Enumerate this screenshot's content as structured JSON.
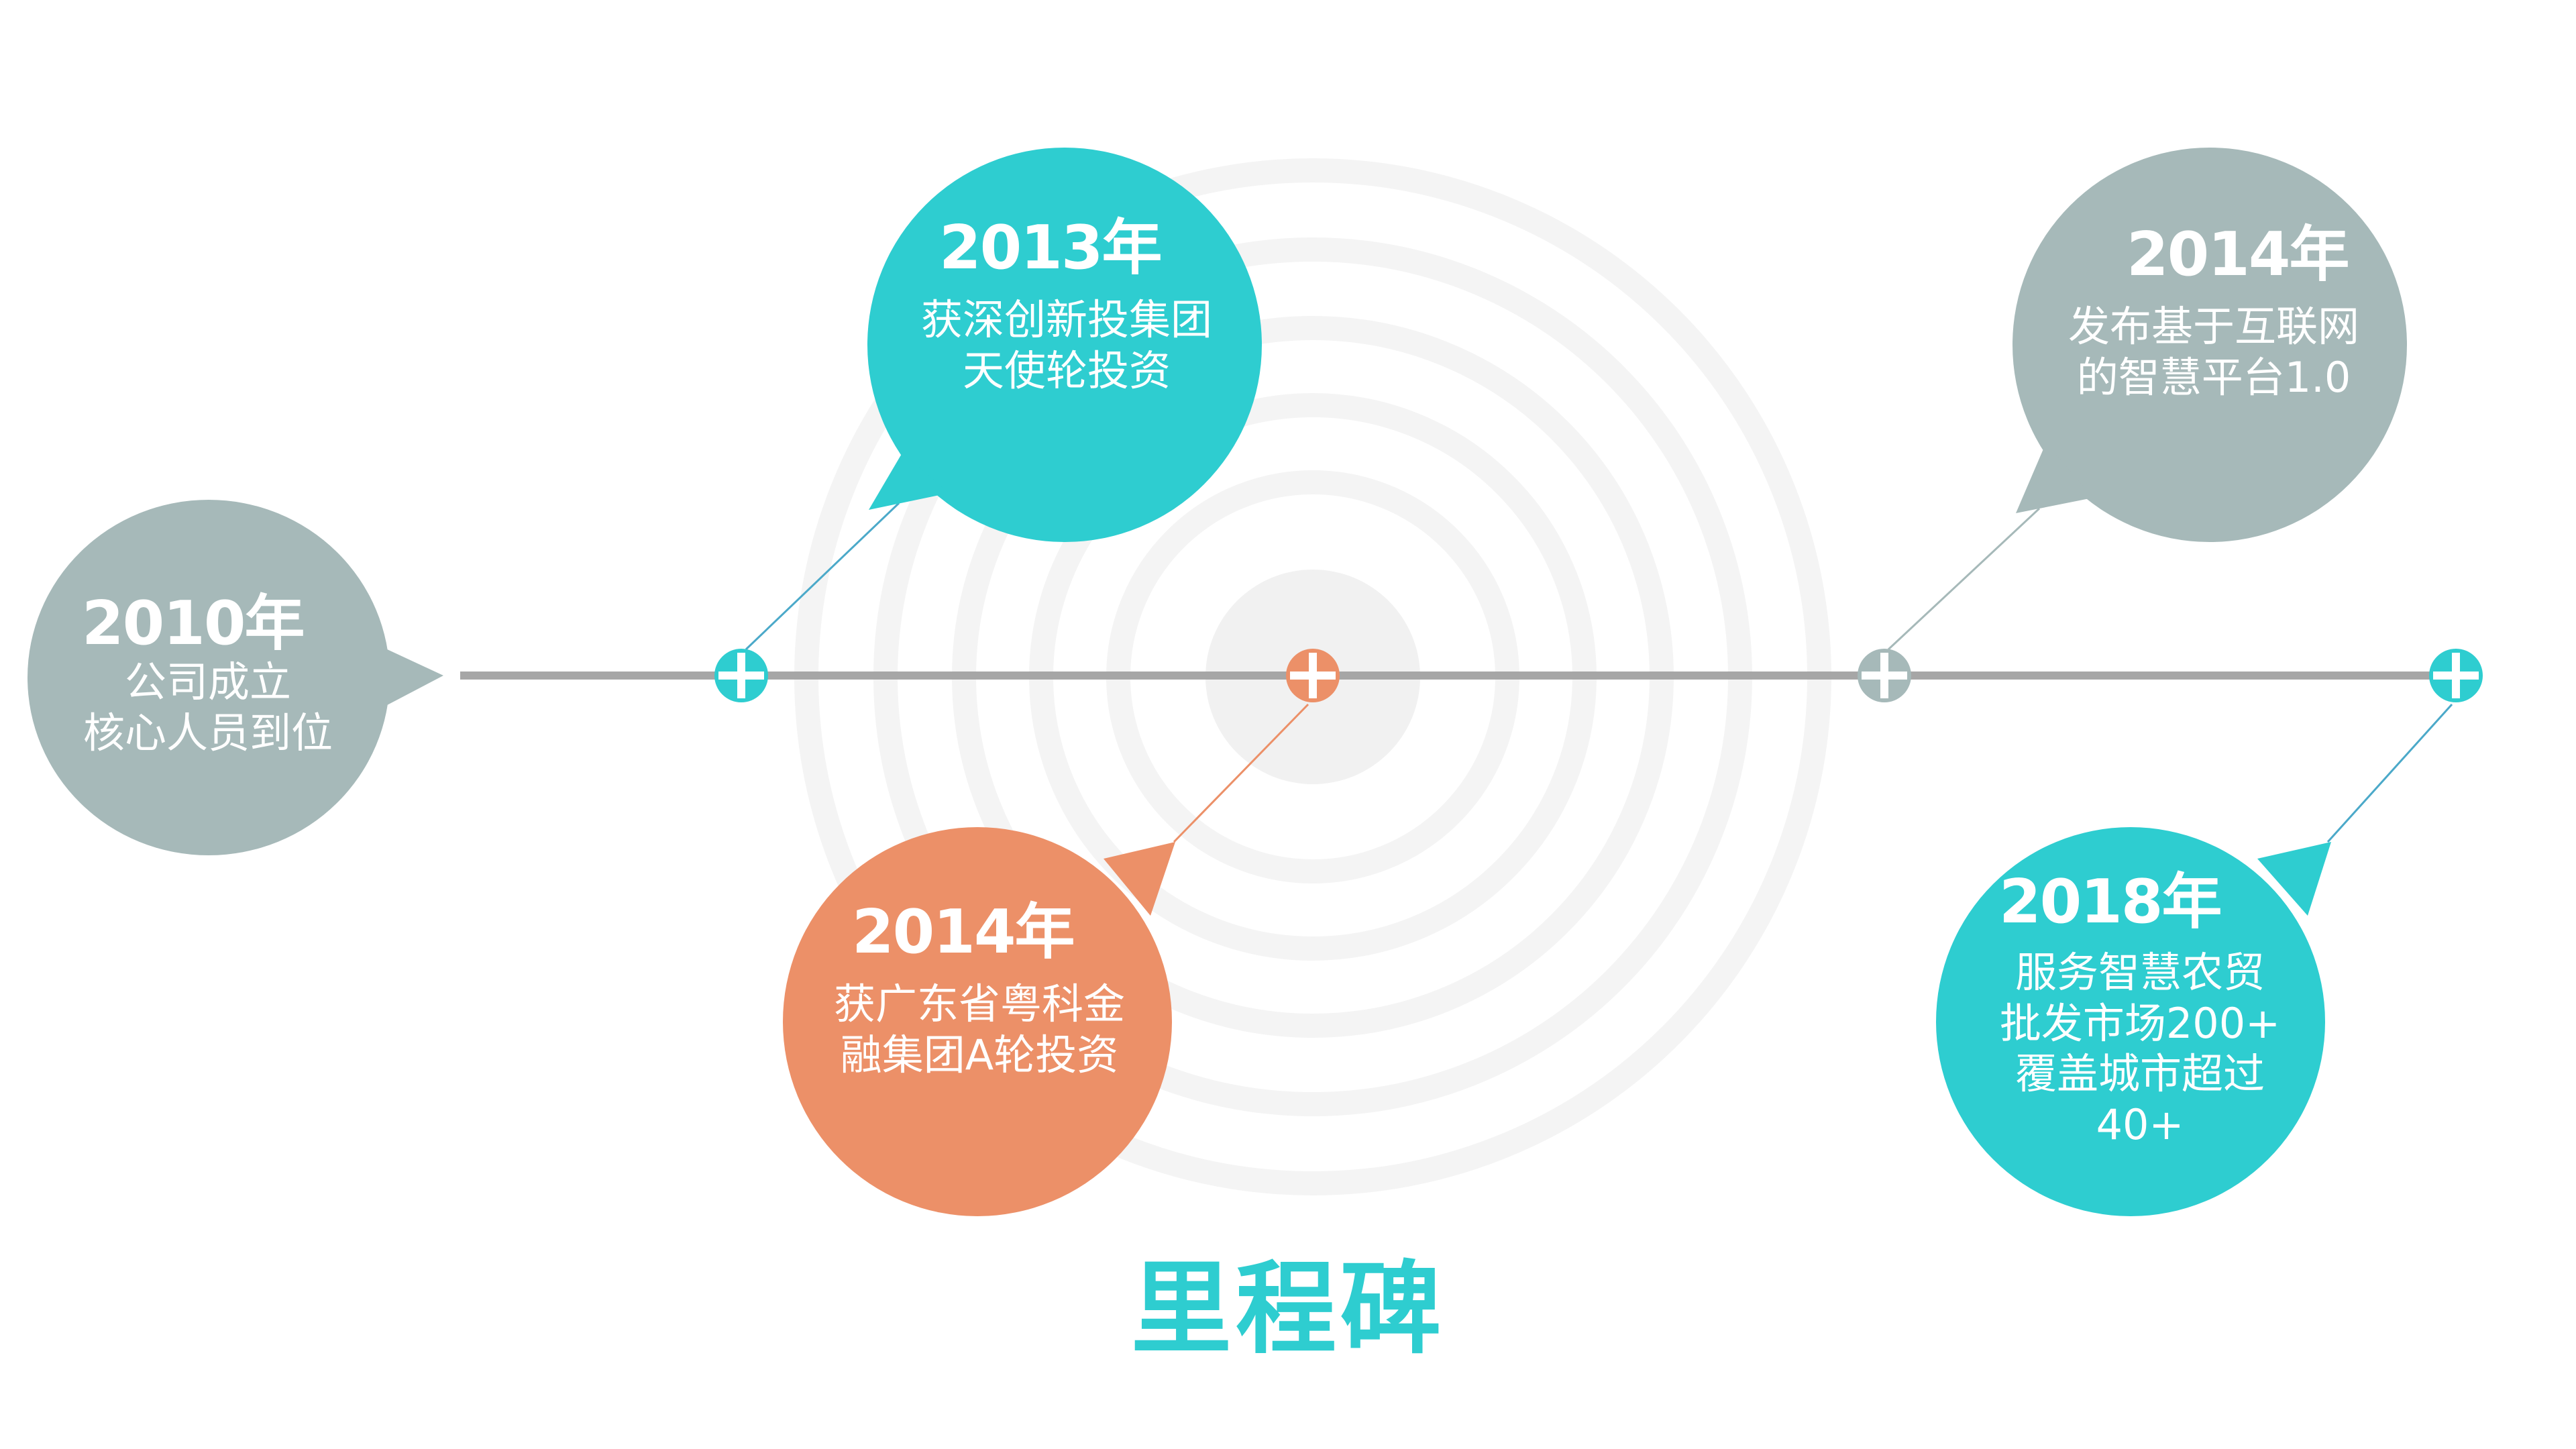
{
  "title": "里程碑",
  "colors": {
    "teal": "#2ECDD0",
    "orange": "#EC9068",
    "grey": "#A6B9B9",
    "timeline": "#A6A6A6",
    "rings": "#F4F4F4",
    "title": "#2ECDD0"
  },
  "milestones": [
    {
      "year": "2010年",
      "lines": [
        "公司成立",
        "核心人员到位"
      ],
      "color": "grey",
      "position": "start"
    },
    {
      "year": "2013年",
      "lines": [
        "获深创新投集团",
        "天使轮投资"
      ],
      "color": "teal",
      "position": "above"
    },
    {
      "year": "2014年",
      "lines": [
        "获广东省粤科金",
        "融集团A轮投资"
      ],
      "color": "orange",
      "position": "below"
    },
    {
      "year": "2014年",
      "lines": [
        "发布基于互联网",
        "的智慧平台1.0"
      ],
      "color": "grey",
      "position": "above"
    },
    {
      "year": "2018年",
      "lines": [
        "服务智慧农贸",
        "批发市场200+",
        "覆盖城市超过",
        "40+"
      ],
      "color": "teal",
      "position": "below"
    }
  ],
  "nodes": [
    {
      "icon": "plus-icon",
      "color": "teal"
    },
    {
      "icon": "plus-icon",
      "color": "orange"
    },
    {
      "icon": "plus-icon",
      "color": "grey"
    },
    {
      "icon": "plus-icon",
      "color": "teal"
    }
  ]
}
